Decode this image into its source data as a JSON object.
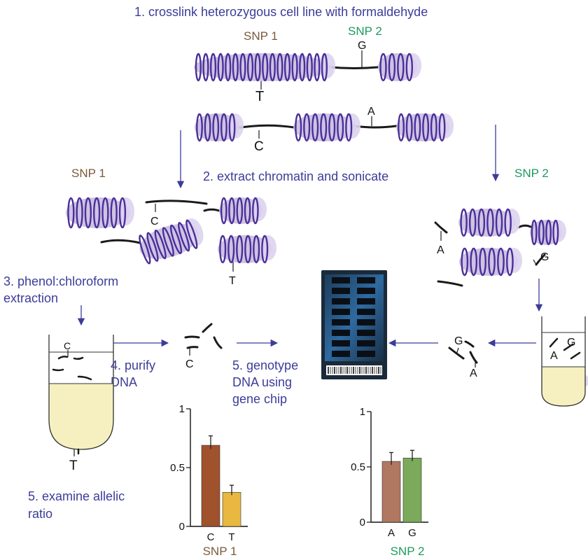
{
  "steps": {
    "s1": "1. crosslink heterozygous cell line with formaldehyde",
    "s2": "2. extract chromatin and sonicate",
    "s3a": "3. phenol:chloroform",
    "s3b": "extraction",
    "s4a": "4. purify",
    "s4b": "DNA",
    "s5a": "5. genotype",
    "s5b": "DNA using",
    "s5c": "gene chip",
    "s6a": "5. examine allelic",
    "s6b": "ratio"
  },
  "snp_labels": {
    "snp1_top": "SNP 1",
    "snp2_top": "SNP 2",
    "snp1_left": "SNP 1",
    "snp2_right": "SNP 2"
  },
  "alleles": {
    "top_g": "G",
    "top_t": "T",
    "mid_c": "C",
    "mid_a": "A",
    "frag_c": "C",
    "frag_t": "T",
    "frag_a": "A",
    "frag_g": "G",
    "tube_left_c": "C",
    "tube_left_t": "T",
    "purified_c": "C",
    "tube_right_a": "A",
    "tube_right_g": "G",
    "purified_g": "G",
    "purified_a": "A"
  },
  "colors": {
    "step_text": "#3c3c9a",
    "snp1": "#7a5a3a",
    "snp2": "#1f9a5f",
    "nucleosome_fill": "#c9bde0",
    "dna_coil": "#4a2f9a",
    "tube_fill": "#f6f0c0",
    "chip": "#1a2a3a",
    "bar_c": "#a0522d",
    "bar_t": "#e8b840",
    "bar_a": "#b07860",
    "bar_g": "#7aaa5a"
  },
  "chart_data": [
    {
      "type": "bar",
      "title": "SNP 1",
      "categories": [
        "C",
        "T"
      ],
      "values": [
        0.69,
        0.29
      ],
      "errors": [
        0.08,
        0.06
      ],
      "yticks": [
        "0",
        "0.5",
        "1"
      ],
      "ylim": [
        0,
        1
      ]
    },
    {
      "type": "bar",
      "title": "SNP 2",
      "categories": [
        "A",
        "G"
      ],
      "values": [
        0.55,
        0.58
      ],
      "errors": [
        0.08,
        0.07
      ],
      "yticks": [
        "0",
        "0.5",
        "1"
      ],
      "ylim": [
        0,
        1
      ]
    }
  ]
}
